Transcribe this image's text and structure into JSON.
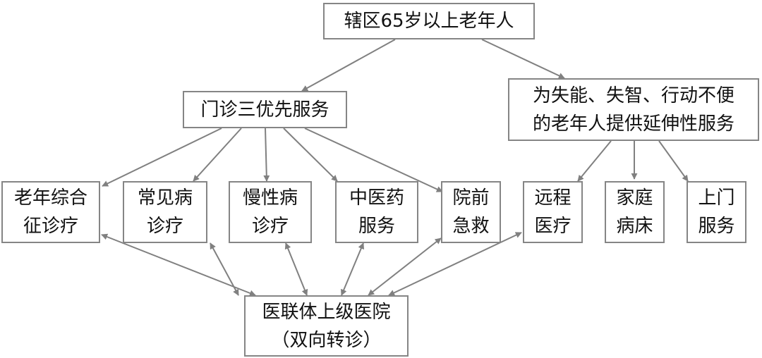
{
  "colors": {
    "edge": "#808080",
    "border": "#858585",
    "text": "#111111",
    "background": "#ffffff"
  },
  "nodes": {
    "root": {
      "lines": [
        "辖区65岁以上老年人"
      ]
    },
    "outpatient": {
      "lines": [
        "门诊三优先服务"
      ]
    },
    "extended": {
      "lines": [
        "为失能、失智、行动不便",
        "的老年人提供延伸性服务"
      ]
    },
    "geriatric": {
      "lines": [
        "老年综合",
        "征诊疗"
      ]
    },
    "common": {
      "lines": [
        "常见病",
        "诊疗"
      ]
    },
    "chronic": {
      "lines": [
        "慢性病",
        "诊疗"
      ]
    },
    "tcm": {
      "lines": [
        "中医药",
        "服务"
      ]
    },
    "prehospital": {
      "lines": [
        "院前",
        "急救"
      ]
    },
    "remote": {
      "lines": [
        "远程",
        "医疗"
      ]
    },
    "homebed": {
      "lines": [
        "家庭",
        "病床"
      ]
    },
    "doorstep": {
      "lines": [
        "上门",
        "服务"
      ]
    },
    "hospital": {
      "lines": [
        "医联体上级医院",
        "（双向转诊）"
      ]
    }
  },
  "edges": [
    {
      "from": "root",
      "to": "outpatient",
      "type": "directed"
    },
    {
      "from": "root",
      "to": "extended",
      "type": "directed"
    },
    {
      "from": "outpatient",
      "to": "geriatric",
      "type": "directed"
    },
    {
      "from": "outpatient",
      "to": "common",
      "type": "directed"
    },
    {
      "from": "outpatient",
      "to": "chronic",
      "type": "directed"
    },
    {
      "from": "outpatient",
      "to": "tcm",
      "type": "directed"
    },
    {
      "from": "outpatient",
      "to": "prehospital",
      "type": "directed"
    },
    {
      "from": "extended",
      "to": "remote",
      "type": "directed"
    },
    {
      "from": "extended",
      "to": "homebed",
      "type": "directed"
    },
    {
      "from": "extended",
      "to": "doorstep",
      "type": "directed"
    },
    {
      "from": "hospital",
      "to": "geriatric",
      "type": "bidirectional"
    },
    {
      "from": "hospital",
      "to": "common",
      "type": "bidirectional"
    },
    {
      "from": "hospital",
      "to": "chronic",
      "type": "bidirectional"
    },
    {
      "from": "hospital",
      "to": "tcm",
      "type": "bidirectional"
    },
    {
      "from": "hospital",
      "to": "prehospital",
      "type": "bidirectional"
    },
    {
      "from": "hospital",
      "to": "remote",
      "type": "bidirectional"
    }
  ]
}
